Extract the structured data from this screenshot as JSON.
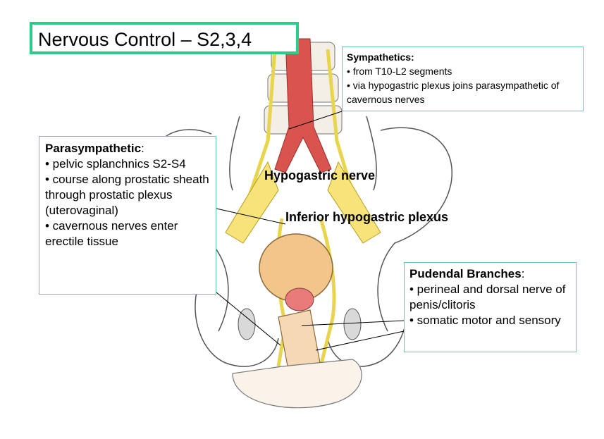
{
  "title": "Nervous Control – S2,3,4",
  "sympathetics": {
    "heading": "Sympathetics:",
    "lines": [
      "• from T10-L2  segments",
      "• via hypogastric plexus joins parasympathetic of cavernous nerves"
    ]
  },
  "parasympathetic": {
    "heading": "Parasympathetic",
    "colon": ":",
    "lines": [
      "• pelvic splanchnics S2-S4",
      "• course along prostatic sheath through prostatic plexus (uterovaginal)",
      "• cavernous nerves enter erectile tissue"
    ]
  },
  "pudendal": {
    "heading": "Pudendal Branches",
    "colon": ":",
    "lines": [
      "• perineal and dorsal nerve of penis/clitoris",
      "• somatic motor and sensory"
    ]
  },
  "labels": {
    "hypogastric_nerve": "Hypogastric nerve",
    "inferior_hypogastric_plexus": "Inferior hypogastric plexus"
  },
  "colors": {
    "title_border": "#2ecc8a",
    "box_border": "#5fc8b8",
    "aorta": "#d9534f",
    "nerves": "#e8d44d",
    "bladder": "#f2c58a"
  }
}
